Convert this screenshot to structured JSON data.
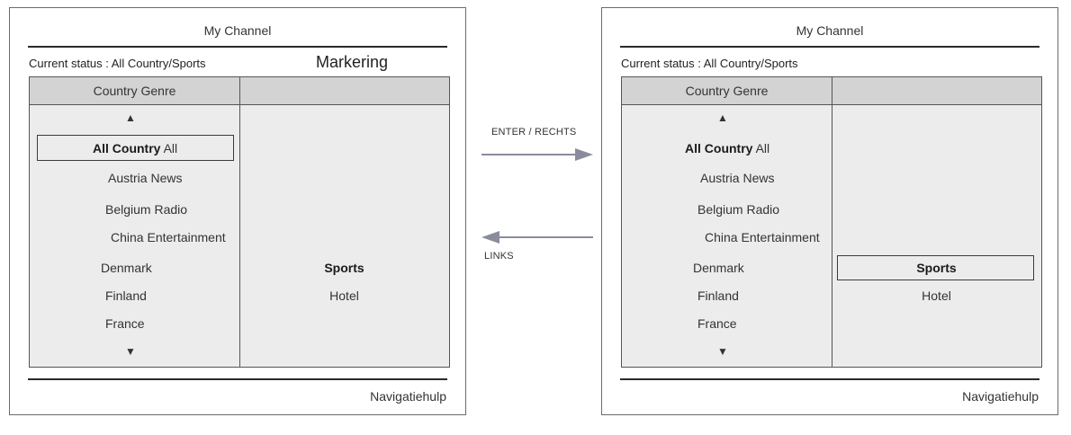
{
  "screens": {
    "left": {
      "title": "My Channel",
      "status": "Current status : All Country/Sports",
      "marker_label": "Markering",
      "header_country": "Country Genre",
      "header_genre": "",
      "arrow_up": "▲",
      "arrow_down": "▼",
      "countries": [
        {
          "name": "All Country",
          "genre": "All"
        },
        {
          "name": "Austria",
          "genre": "News"
        },
        {
          "name": "Belgium",
          "genre": "Radio"
        },
        {
          "name": "China",
          "genre": "Entertainment"
        },
        {
          "name": "Denmark",
          "genre": ""
        },
        {
          "name": "Finland",
          "genre": ""
        },
        {
          "name": "France",
          "genre": ""
        }
      ],
      "genres": [
        "Sports",
        "Hotel"
      ],
      "help_label": "Navigatiehulp",
      "highlight": "country"
    },
    "right": {
      "title": "My Channel",
      "status": "Current status : All Country/Sports",
      "marker_label": "",
      "header_country": "Country Genre",
      "header_genre": "",
      "arrow_up": "▲",
      "arrow_down": "▼",
      "countries": [
        {
          "name": "All Country",
          "genre": "All"
        },
        {
          "name": "Austria",
          "genre": "News"
        },
        {
          "name": "Belgium",
          "genre": "Radio"
        },
        {
          "name": "China",
          "genre": "Entertainment"
        },
        {
          "name": "Denmark",
          "genre": ""
        },
        {
          "name": "Finland",
          "genre": ""
        },
        {
          "name": "France",
          "genre": ""
        }
      ],
      "genres": [
        "Sports",
        "Hotel"
      ],
      "help_label": "Navigatiehulp",
      "highlight": "genre"
    }
  },
  "transitions": {
    "forward_label": "ENTER / RECHTS",
    "back_label": "LINKS"
  },
  "colors": {
    "panel_bg": "#ececec",
    "header_bg": "#d3d3d3",
    "arrow": "#8a8c9c"
  }
}
